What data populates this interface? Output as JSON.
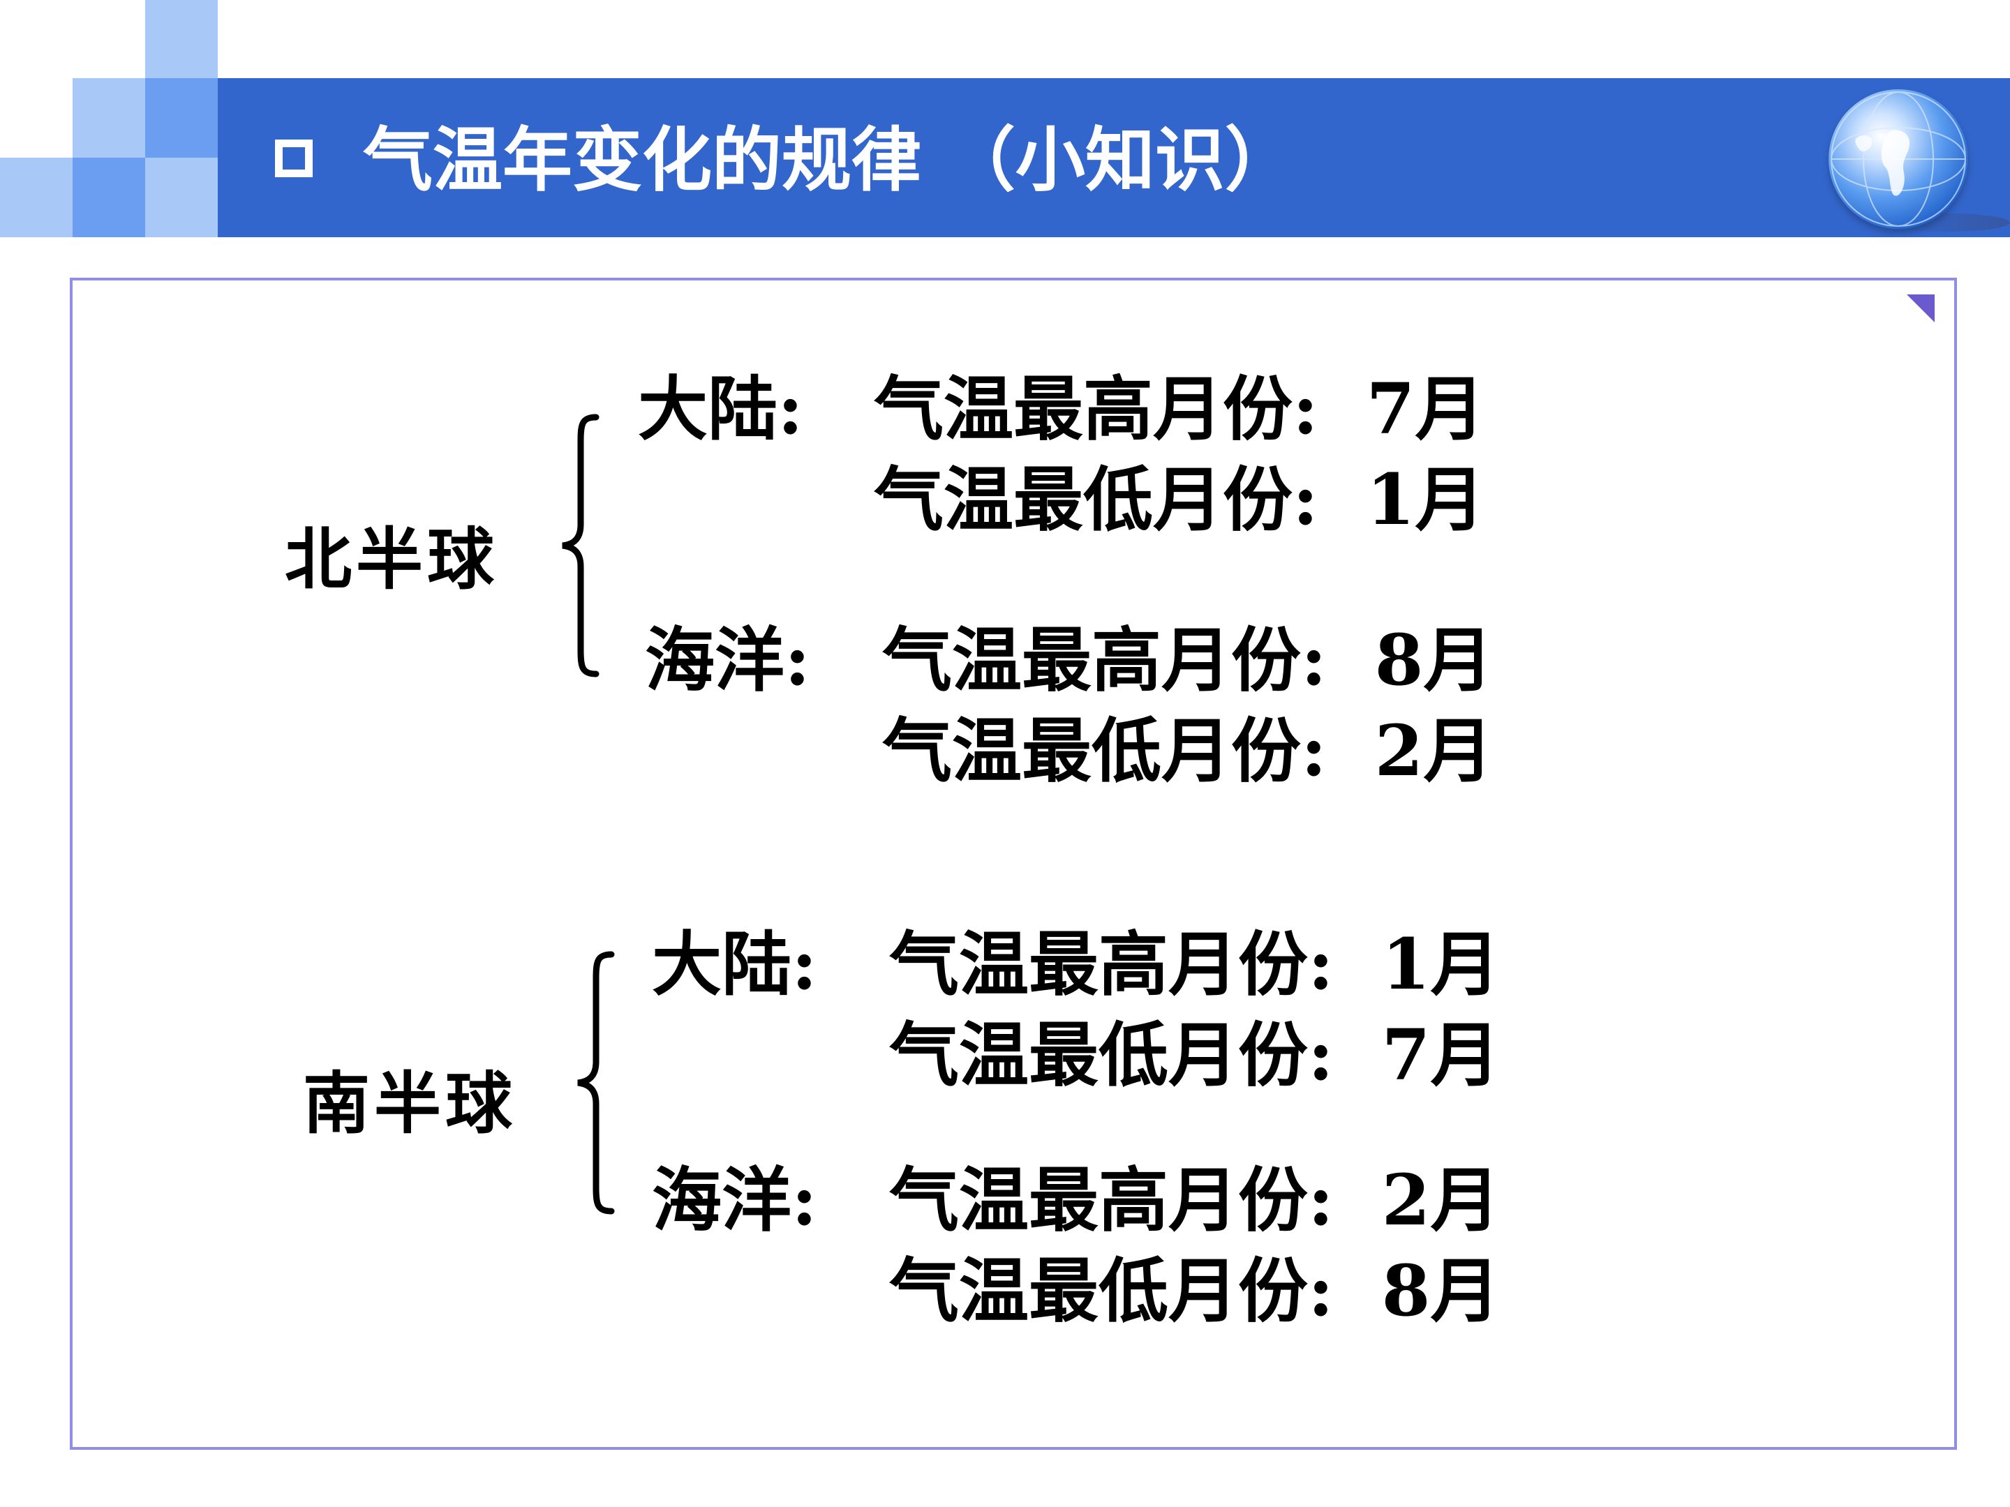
{
  "header": {
    "title": "气温年变化的规律 （小知识）"
  },
  "colors": {
    "title_bar": "#3366cc",
    "frame_border": "#8f8fe6",
    "deco_light": "#a8c8f8",
    "deco_mid": "#5b8fe8"
  },
  "icons": [
    "checkbox-square-icon",
    "globe-icon",
    "corner-triangle-icon",
    "curly-brace-icon"
  ],
  "northern": {
    "label": "北半球",
    "continent": {
      "label": "大陆:",
      "max_label": "气温最高月份:",
      "max_value": "7月",
      "min_label": "气温最低月份:",
      "min_value": "1月"
    },
    "ocean": {
      "label": "海洋:",
      "max_label": "气温最高月份:",
      "max_value": "8月",
      "min_label": "气温最低月份:",
      "min_value": "2月"
    }
  },
  "southern": {
    "label": "南半球",
    "continent": {
      "label": "大陆:",
      "max_label": "气温最高月份:",
      "max_value": "1月",
      "min_label": "气温最低月份:",
      "min_value": "7月"
    },
    "ocean": {
      "label": "海洋:",
      "max_label": "气温最高月份:",
      "max_value": "2月",
      "min_label": "气温最低月份:",
      "min_value": "8月"
    }
  }
}
